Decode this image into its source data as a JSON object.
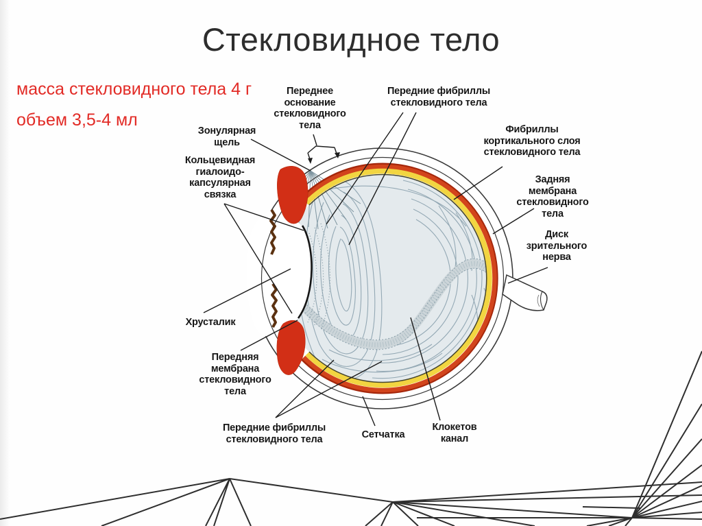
{
  "slide": {
    "title": "Стекловидное тело",
    "facts": {
      "mass": "масса стекловидного тела 4 г",
      "volume": "объем 3,5-4 мл"
    }
  },
  "diagram": {
    "labels": [
      {
        "id": "anterior-base",
        "text": "Переднее\nоснование\nстекловидного\nтела"
      },
      {
        "id": "anterior-fibrils-top",
        "text": "Передние фибриллы\nстекловидного тела"
      },
      {
        "id": "zonular-cleft",
        "text": "Зонулярная\nщель"
      },
      {
        "id": "annular-ligament",
        "text": "Кольцевидная\nгиалоидо-\nкапсулярная\nсвязка"
      },
      {
        "id": "cortical-fibrils",
        "text": "Фибриллы\nкортикального слоя\nстекловидного тела"
      },
      {
        "id": "posterior-membrane",
        "text": "Задняя\nмембрана\nстекловидного\nтела"
      },
      {
        "id": "optic-disc",
        "text": "Диск\nзрительного\nнерва"
      },
      {
        "id": "lens",
        "text": "Хрусталик"
      },
      {
        "id": "anterior-membrane",
        "text": "Передняя\nмембрана\nстекловидного\nтела"
      },
      {
        "id": "anterior-fibrils-bottom",
        "text": "Передние фибриллы\nстекловидного тела"
      },
      {
        "id": "retina",
        "text": "Сетчатка"
      },
      {
        "id": "cloquet-canal",
        "text": "Клокетов\nканал"
      }
    ]
  },
  "colors": {
    "accent_text_red": "#e22b26",
    "title_ink": "#2d2d2d",
    "label_ink": "#161616",
    "choroid_red": "#d2441c",
    "choroid_dark_red": "#a5270c",
    "retina_yellow": "#f2d541",
    "vitreous_fill": "#e4eaed",
    "fibril_stroke": "#93a8b4",
    "ciliary_red": "#d22f16",
    "iris_brown": "#5b3110",
    "decor_line": "#2e2e2e"
  }
}
